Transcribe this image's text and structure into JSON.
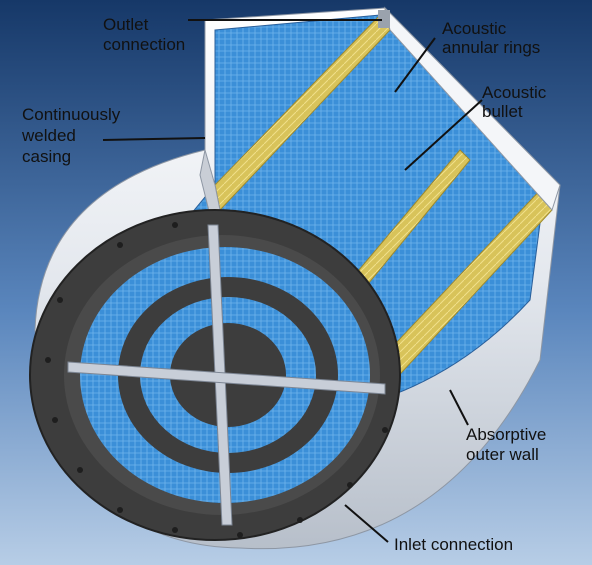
{
  "labels": {
    "outlet_connection": [
      "Outlet",
      "connection"
    ],
    "acoustic_annular_rings": [
      "Acoustic",
      "annular rings"
    ],
    "acoustic_bullet": [
      "Acoustic",
      "bullet"
    ],
    "continuously_welded_casing": [
      "Continuously",
      "welded",
      "casing"
    ],
    "absorptive_outer_wall": [
      "Absorptive",
      "outer wall"
    ],
    "inlet_connection": [
      "Inlet connection"
    ]
  },
  "colors": {
    "background_top": "#1b3f74",
    "background_bottom": "#a9c2df",
    "casing": "#e6eaf0",
    "flange": "#3d3d3d",
    "acoustic_media": "#3b8fd8",
    "absorptive_fill": "#d8c35a",
    "leader_line": "#111111"
  }
}
